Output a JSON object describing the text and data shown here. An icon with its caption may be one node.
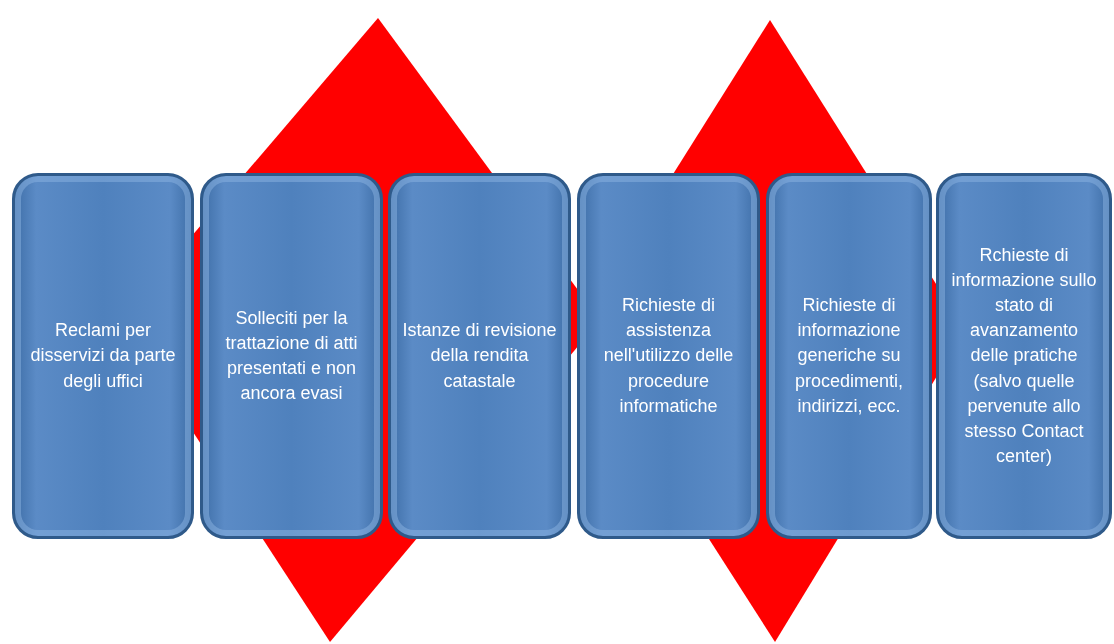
{
  "diagram": {
    "nodes": [
      {
        "text": [
          "Reclami per disservizi da parte degli uffici"
        ]
      },
      {
        "text": [
          "Solleciti per la trattazione di atti presentati e non ancora evasi"
        ]
      },
      {
        "text": [
          "Istanze di revisione della rendita catastale"
        ]
      },
      {
        "text": [
          "Richieste di assistenza nell'utilizzo delle procedure informatiche"
        ]
      },
      {
        "text": [
          "Richieste di informazione generiche su procedimenti, indirizzi, ecc."
        ]
      },
      {
        "text": [
          "Rchieste di informazione sullo stato di avanzamento delle pratiche (salvo quelle pervenute allo stesso Contact center)"
        ]
      }
    ]
  }
}
